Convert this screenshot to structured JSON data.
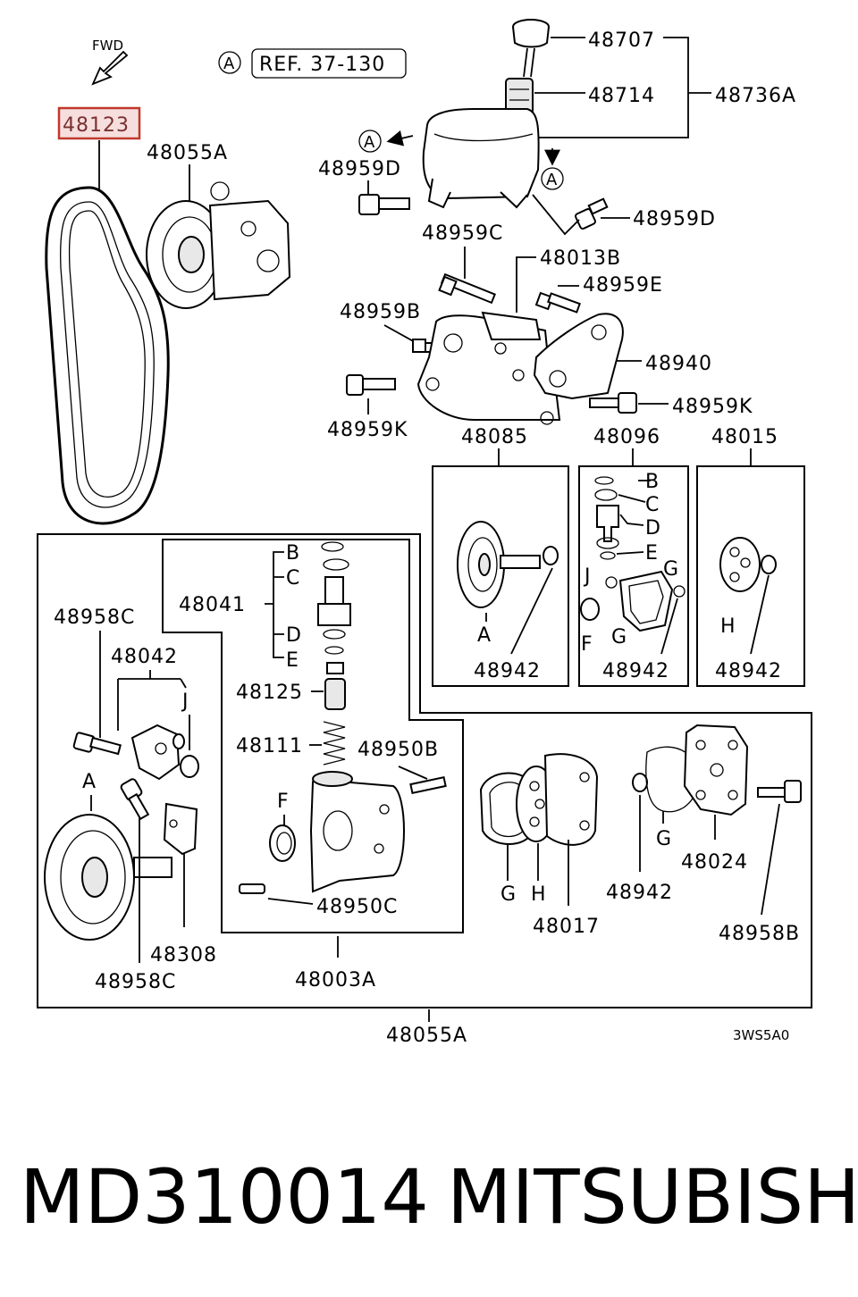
{
  "diagram": {
    "fwd": "FWD",
    "ref_circle": "A",
    "ref_text": "REF. 37-130",
    "highlight": "48123",
    "highlight_color": "#c0392b",
    "labels": {
      "l48707": "48707",
      "l48714": "48714",
      "l48736A": "48736A",
      "l48959D_a": "48959D",
      "l48959D_b": "48959D",
      "l48055A_top": "48055A",
      "l48959C": "48959C",
      "l48013B": "48013B",
      "l48959E": "48959E",
      "l48959B": "48959B",
      "l48940": "48940",
      "l48959K_a": "48959K",
      "l48959K_b": "48959K",
      "l48085": "48085",
      "l48096": "48096",
      "l48015": "48015",
      "l48942_a": "48942",
      "l48942_b": "48942",
      "l48942_c": "48942",
      "l48942_d": "48942",
      "l48041": "48041",
      "l48958C_a": "48958C",
      "l48958C_b": "48958C",
      "l48042": "48042",
      "l48125": "48125",
      "l48111": "48111",
      "l48950B": "48950B",
      "l48950C": "48950C",
      "l48308": "48308",
      "l48003A": "48003A",
      "l48017": "48017",
      "l48024": "48024",
      "l48958B": "48958B",
      "l48055A_bottom": "48055A",
      "code": "3WS5A0"
    },
    "letters": {
      "A": "A",
      "B": "B",
      "C": "C",
      "D": "D",
      "E": "E",
      "F": "F",
      "G": "G",
      "H": "H",
      "J": "J"
    }
  },
  "footer": {
    "part_number": "MD310014",
    "brand": "MITSUBISHI"
  }
}
